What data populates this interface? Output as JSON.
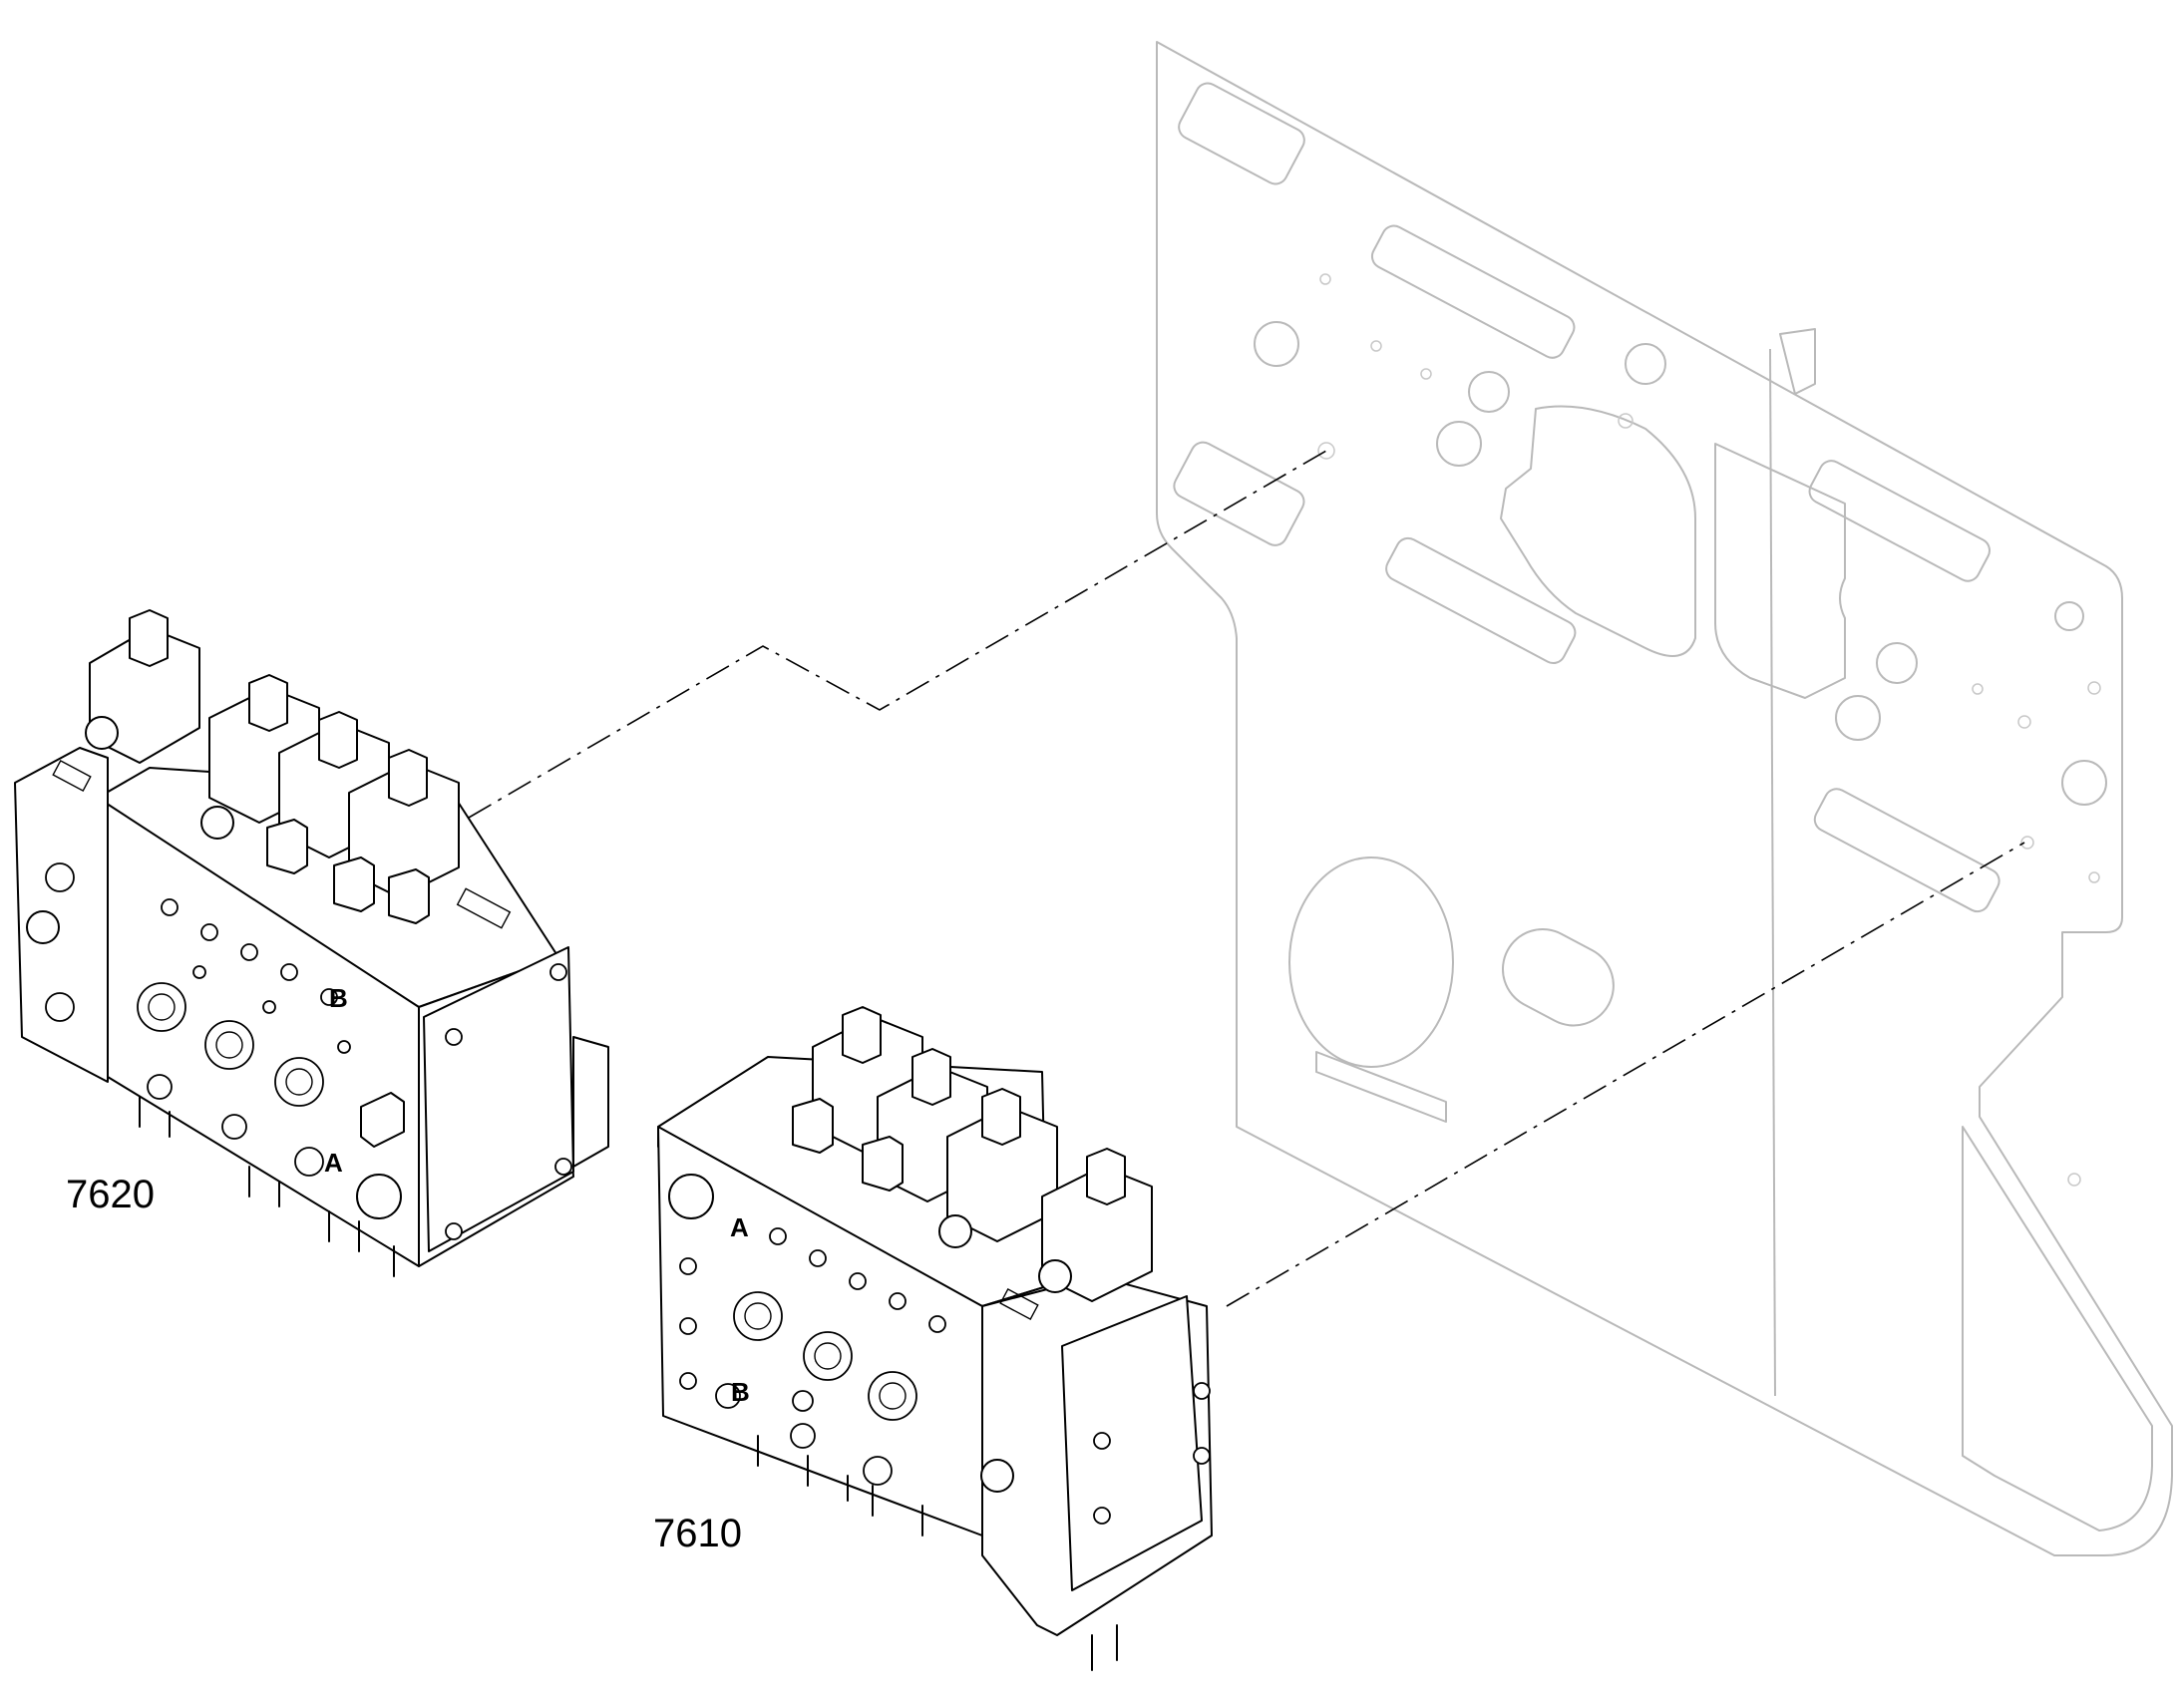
{
  "callouts": {
    "upper_valve": "7620",
    "lower_valve": "7610"
  },
  "port_letters": {
    "upper_a": "A",
    "upper_b": "B",
    "lower_a": "A",
    "lower_b": "B"
  },
  "colors": {
    "line": "#000000",
    "ghost_plate": "#b9b9b9",
    "background": "#ffffff"
  }
}
